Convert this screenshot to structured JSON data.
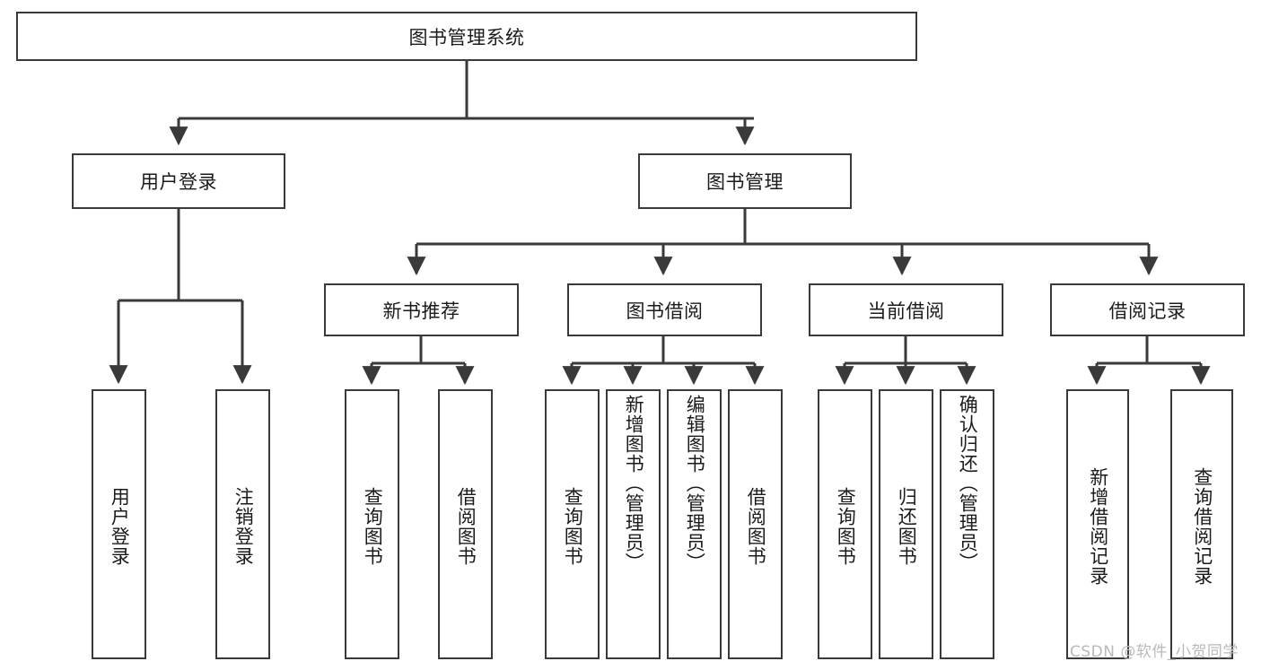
{
  "diagram": {
    "type": "hierarchy-tree",
    "title": "图书管理系统",
    "watermark": "CSDN @软件_小贺同学",
    "colors": {
      "line": "#3a3a3a",
      "box_border": "#3a3a3a",
      "box_fill": "#ffffff",
      "text": "#1b1b1b",
      "background": "#ffffff",
      "watermark": "#b9b9b9"
    },
    "levels": {
      "root": {
        "label": "图书管理系统",
        "orientation": "horizontal"
      },
      "level2": [
        {
          "id": "user-login",
          "label": "用户登录",
          "orientation": "horizontal"
        },
        {
          "id": "book-manage",
          "label": "图书管理",
          "orientation": "horizontal"
        }
      ],
      "level3": [
        {
          "id": "new-book-recommend",
          "label": "新书推荐",
          "orientation": "horizontal",
          "parent": "book-manage"
        },
        {
          "id": "book-borrow",
          "label": "图书借阅",
          "orientation": "horizontal",
          "parent": "book-manage"
        },
        {
          "id": "current-borrow",
          "label": "当前借阅",
          "orientation": "horizontal",
          "parent": "book-manage"
        },
        {
          "id": "borrow-record",
          "label": "借阅记录",
          "orientation": "horizontal",
          "parent": "book-manage"
        }
      ],
      "leaves": [
        {
          "id": "leaf-user-login",
          "label": "用户登录",
          "orientation": "vertical",
          "parent": "user-login"
        },
        {
          "id": "leaf-user-logout",
          "label": "注销登录",
          "orientation": "vertical",
          "parent": "user-login"
        },
        {
          "id": "leaf-query-book-1",
          "label": "查询图书",
          "orientation": "vertical",
          "parent": "new-book-recommend"
        },
        {
          "id": "leaf-borrow-book-1",
          "label": "借阅图书",
          "orientation": "vertical",
          "parent": "new-book-recommend"
        },
        {
          "id": "leaf-query-book-2",
          "label": "查询图书",
          "orientation": "vertical",
          "parent": "book-borrow"
        },
        {
          "id": "leaf-add-book",
          "label": "新增图书（管理员）",
          "orientation": "vertical",
          "parent": "book-borrow"
        },
        {
          "id": "leaf-edit-book",
          "label": "编辑图书（管理员）",
          "orientation": "vertical",
          "parent": "book-borrow"
        },
        {
          "id": "leaf-borrow-book-2",
          "label": "借阅图书",
          "orientation": "vertical",
          "parent": "book-borrow"
        },
        {
          "id": "leaf-query-book-3",
          "label": "查询图书",
          "orientation": "vertical",
          "parent": "current-borrow"
        },
        {
          "id": "leaf-return-book",
          "label": "归还图书",
          "orientation": "vertical",
          "parent": "current-borrow"
        },
        {
          "id": "leaf-confirm-return",
          "label": "确认归还（管理员）",
          "orientation": "vertical",
          "parent": "current-borrow"
        },
        {
          "id": "leaf-add-record",
          "label": "新增借阅记录",
          "orientation": "vertical",
          "parent": "borrow-record"
        },
        {
          "id": "leaf-query-record",
          "label": "查询借阅记录",
          "orientation": "vertical",
          "parent": "borrow-record"
        }
      ]
    }
  }
}
